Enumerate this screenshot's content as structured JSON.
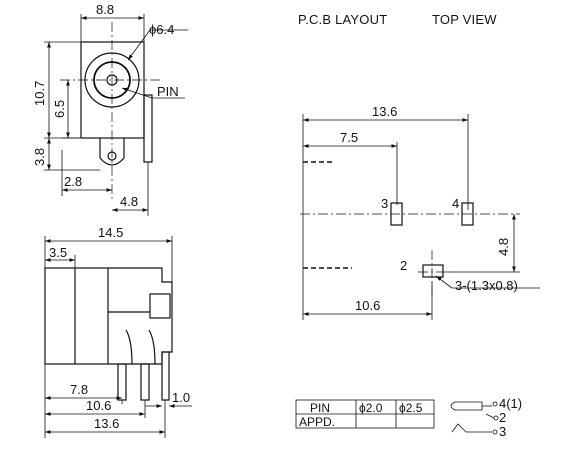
{
  "headings": {
    "pcb_layout": "P.C.B LAYOUT",
    "top_view": "TOP VIEW"
  },
  "front_view": {
    "width": "8.8",
    "diameter": "ϕ6.4",
    "height": "10.7",
    "inner_height": "6.5",
    "pin_label": "PIN",
    "lower_height": "3.8",
    "pin_offset": "2.8",
    "pin_spacing": "4.8"
  },
  "side_view": {
    "length": "14.5",
    "flange": "3.5",
    "pin_a": "7.8",
    "pin_b": "10.6",
    "total": "13.6",
    "pin_thickness": "1.0"
  },
  "pcb": {
    "overall_width": "13.6",
    "to_pin3": "7.5",
    "pin3": "3",
    "pin4": "4",
    "pin2": "2",
    "vertical_spacing": "4.8",
    "hole_spec": "3-(1.3x0.8)",
    "to_pin2": "10.6"
  },
  "table": {
    "rows": [
      [
        "PIN",
        "ϕ2.0",
        "ϕ2.5"
      ],
      [
        "APPD.",
        "",
        ""
      ]
    ]
  },
  "schematic": {
    "pin_top": "4(1)",
    "pin_mid": "2",
    "pin_bot": "3"
  }
}
